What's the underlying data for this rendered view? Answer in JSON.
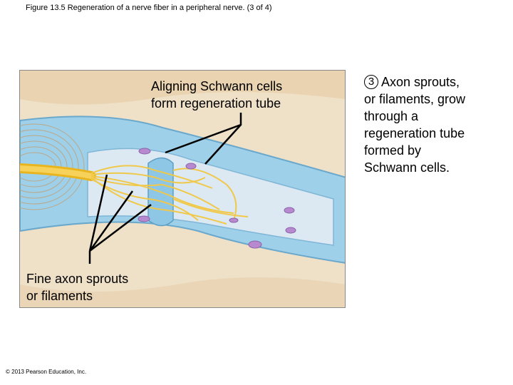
{
  "figure_title": "Figure 13.5 Regeneration of a nerve fiber in a peripheral nerve. (3 of 4)",
  "labels": {
    "schwann_line1": "Aligning Schwann cells",
    "schwann_line2": "form regeneration tube",
    "sprouts_line1": "Fine axon sprouts",
    "sprouts_line2": "or filaments"
  },
  "step": {
    "number": "3",
    "lines": [
      "Axon sprouts,",
      "or filaments, grow",
      "through a",
      "regeneration tube",
      "formed by",
      "Schwann cells."
    ]
  },
  "copyright": "© 2013 Pearson Education, Inc."
}
